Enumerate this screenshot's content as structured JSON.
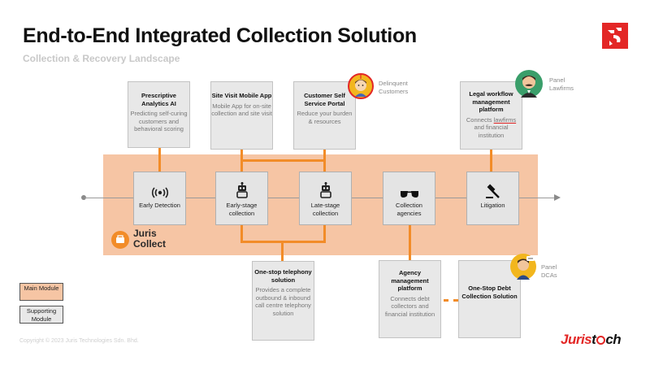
{
  "header": {
    "title": "End-to-End Integrated Collection Solution",
    "subtitle": "Collection & Recovery Landscape"
  },
  "colors": {
    "accent_orange": "#f28c28",
    "band": "#f6c5a4",
    "brand_red": "#e32726",
    "box_fill": "#e8e8e8"
  },
  "top_boxes": [
    {
      "title": "Prescriptive Analytics AI",
      "desc": "Predicting self-curing customers and behavioral scoring"
    },
    {
      "title": "Site Visit Mobile App",
      "desc": "Mobile App for on-site collection and site visit"
    },
    {
      "title": "Customer Self Service Portal",
      "desc": "Reduce your burden & resources"
    },
    {
      "title": "Legal workflow management platform",
      "desc_pre": "Connects ",
      "desc_link": "lawfirms",
      "desc_post": " and financial institution"
    }
  ],
  "modules": [
    {
      "label": "Early Detection",
      "icon": "signal-icon"
    },
    {
      "label": "Early-stage collection",
      "icon": "robot-icon"
    },
    {
      "label": "Late-stage collection",
      "icon": "robot-icon"
    },
    {
      "label": "Collection agencies",
      "icon": "sunglasses-icon"
    },
    {
      "label": "Litigation",
      "icon": "gavel-icon"
    }
  ],
  "bottom_boxes": [
    {
      "title": "One-stop telephony solution",
      "desc": "Provides a complete outbound & inbound call centre telephony solution"
    },
    {
      "title": "Agency management platform",
      "desc": "Connects debt collectors and financial institution"
    },
    {
      "title": "One-Stop Debt Collection Solution",
      "desc": ""
    }
  ],
  "external": {
    "delinquent": "Delinquent Customers",
    "panel_lawfirms": "Panel Lawfirms",
    "panel_dcas": "Panel DCAs"
  },
  "brand": {
    "line1": "Juris",
    "line2": "Collect",
    "logo_left": "Juris",
    "logo_right_a": "t",
    "logo_right_b": "ch"
  },
  "legend": {
    "main": "Main Module",
    "supporting": "Supporting Module"
  },
  "footer": {
    "copyright": "Copyright © 2023 Juris Technologies Sdn. Bhd."
  }
}
